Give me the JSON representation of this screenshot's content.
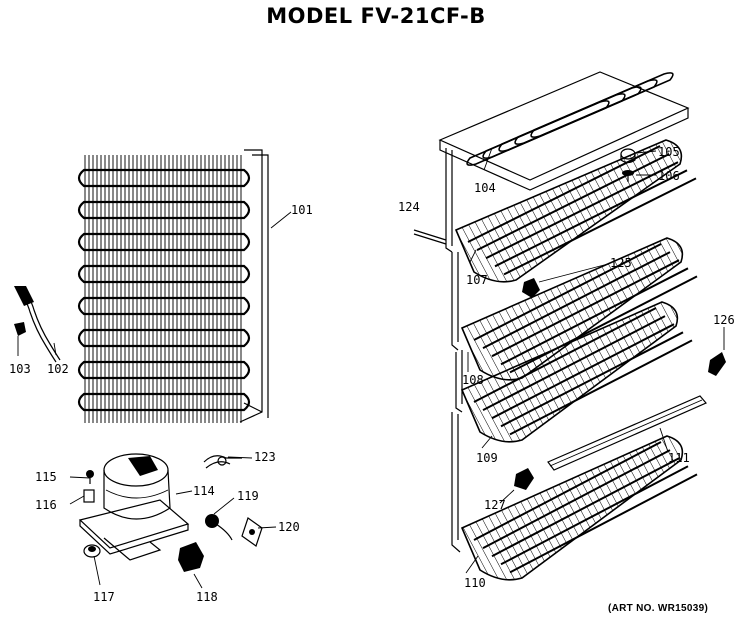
{
  "title": "MODEL FV-21CF-B",
  "art_no": "(ART NO. WR15039)",
  "part_labels": [
    "101",
    "102",
    "103",
    "104",
    "105",
    "106",
    "107",
    "108",
    "109",
    "110",
    "111",
    "114",
    "115",
    "116",
    "117",
    "118",
    "119",
    "120",
    "123",
    "124",
    "125",
    "126",
    "127"
  ]
}
